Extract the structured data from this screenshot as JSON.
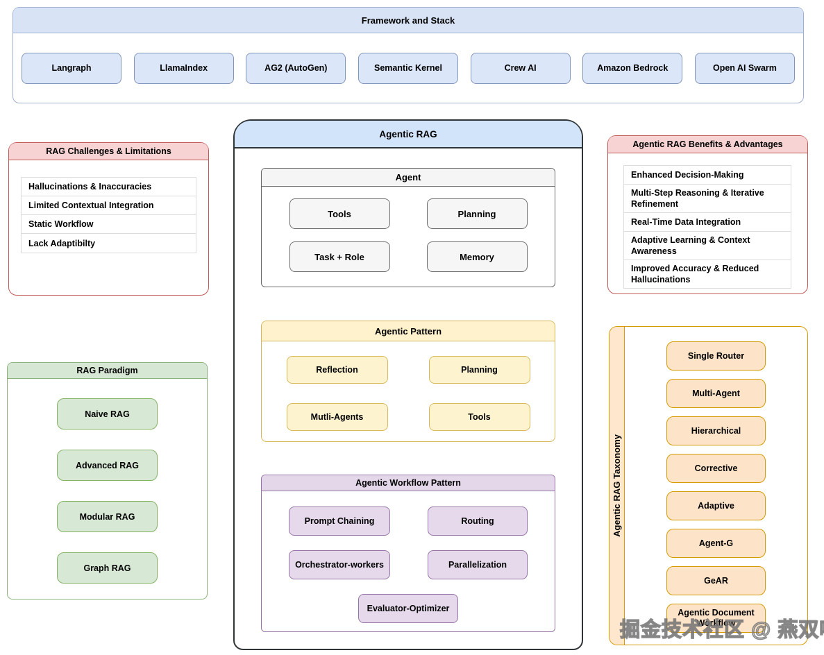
{
  "framework": {
    "title": "Framework and Stack",
    "items": [
      "Langraph",
      "LlamaIndex",
      "AG2 (AutoGen)",
      "Semantic Kernel",
      "Crew AI",
      "Amazon Bedrock",
      "Open AI Swarm"
    ]
  },
  "challenges": {
    "title": "RAG Challenges & Limitations",
    "items": [
      "Hallucinations & Inaccuracies",
      "Limited Contextual Integration",
      "Static Workflow",
      "Lack Adaptibilty"
    ]
  },
  "agentic_rag": {
    "title": "Agentic RAG",
    "agent": {
      "title": "Agent",
      "items": [
        "Tools",
        "Planning",
        "Task + Role",
        "Memory"
      ]
    },
    "pattern": {
      "title": "Agentic Pattern",
      "items": [
        "Reflection",
        "Planning",
        "Mutli-Agents",
        "Tools"
      ]
    },
    "workflow": {
      "title": "Agentic Workflow Pattern",
      "items": [
        "Prompt Chaining",
        "Routing",
        "Orchestrator-workers",
        "Parallelization",
        "Evaluator-Optimizer"
      ]
    }
  },
  "benefits": {
    "title": "Agentic RAG Benefits & Advantages",
    "items": [
      "Enhanced Decision-Making",
      "Multi-Step Reasoning & Iterative Refinement",
      "Real-Time Data Integration",
      "Adaptive Learning & Context Awareness",
      "Improved Accuracy & Reduced Hallucinations"
    ]
  },
  "paradigm": {
    "title": "RAG Paradigm",
    "items": [
      "Naive RAG",
      "Advanced RAG",
      "Modular RAG",
      "Graph RAG"
    ]
  },
  "taxonomy": {
    "title": "Agentic RAG Taxonomy",
    "items": [
      "Single Router",
      "Multi-Agent",
      "Hierarchical",
      "Corrective",
      "Adaptive",
      "Agent-G",
      "GeAR",
      "Agentic Document Workflow"
    ]
  },
  "watermark": "掘金技术社区 @ 燕双嘤",
  "colors": {
    "blue_fill": "#dbe6f8",
    "blue_border": "#8295ba",
    "blue_header": "#d8e4f6",
    "red_fill": "#f7d4d3",
    "red_border": "#c05955",
    "green_fill": "#d7e9d5",
    "green_border": "#82b366",
    "yellow_fill": "#fff2cc",
    "yellow_border": "#d6b656",
    "purple_fill": "#e6d9ec",
    "purple_border": "#9673a6",
    "orange_fill": "#ffe6cc",
    "orange_border": "#d79b00",
    "gray_fill": "#f5f5f5",
    "gray_border": "#666666",
    "main_border": "#2f3437",
    "main_header_fill": "#d2e4f9"
  }
}
